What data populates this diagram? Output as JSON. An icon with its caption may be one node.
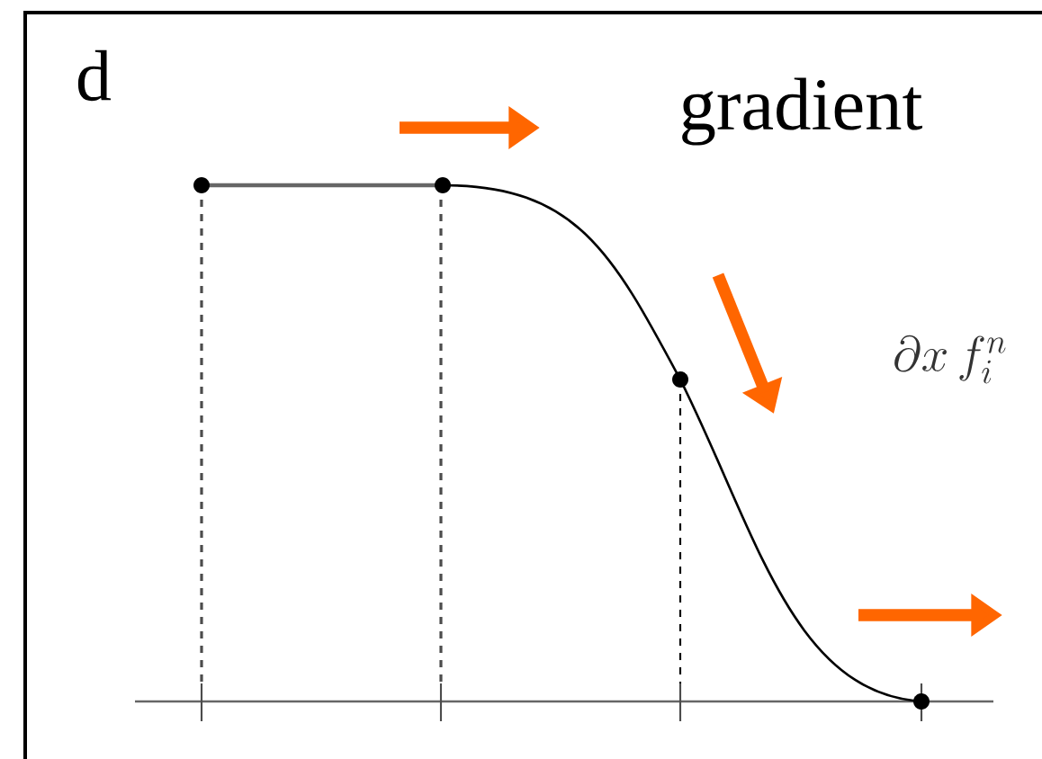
{
  "diagram": {
    "labels": [
      "d",
      "gradient",
      "\\partial x\\, f_i^n"
    ]
  }
}
